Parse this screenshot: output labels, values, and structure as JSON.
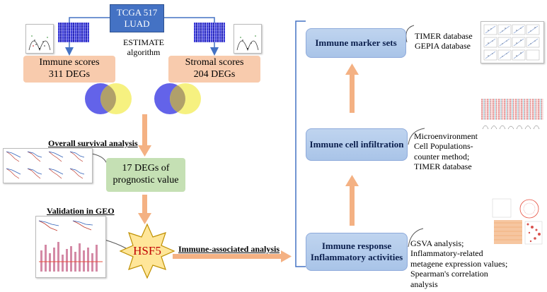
{
  "source": {
    "line1": "TCGA 517",
    "line2": "LUAD"
  },
  "method": {
    "line1": "ESTIMATE",
    "line2": "algorithm"
  },
  "immune": {
    "line1": "Immune scores",
    "line2": "311 DEGs"
  },
  "stromal": {
    "line1": "Stromal scores",
    "line2": "204 DEGs"
  },
  "survival_label": "Overall survival analysis",
  "prognostic": {
    "line1": "17 DEGs of",
    "line2": "prognostic value"
  },
  "validation_label": "Validation in GEO",
  "hub_gene": "HSF5",
  "analysis_label": "Immune-associated analysis",
  "markers": {
    "box": "Immune marker sets",
    "desc": [
      "TIMER database",
      "GEPIA database"
    ]
  },
  "infiltration": {
    "box": "Immune cell infiltration",
    "desc": [
      "Microenvironment",
      "Cell Populations-",
      "counter method;",
      "TIMER database"
    ]
  },
  "response": {
    "box": [
      "Immune response",
      "Inflammatory activities"
    ],
    "desc": [
      "GSVA analysis;",
      "Inflammatory-related",
      "metagene expression values;",
      "Spearman's correlation",
      "analysis"
    ]
  },
  "colors": {
    "source_box": "#4472c4",
    "score_box": "#f8cbad",
    "prognostic_box": "#c5e0b4",
    "analysis_box": "#b4cceb",
    "arrow": "#f4b183",
    "star": "#ffe699",
    "hub_text": "#c00000",
    "venn_left": "#5b5be8",
    "venn_right": "#f5ef6a",
    "bracket": "#4472c4"
  },
  "icons": [
    "arrow-down-icon",
    "arrow-up-icon",
    "arrow-right-icon",
    "star-icon",
    "venn-diagram-icon",
    "heatmap-icon",
    "scatter-plot-icon",
    "survival-curve-icon"
  ]
}
